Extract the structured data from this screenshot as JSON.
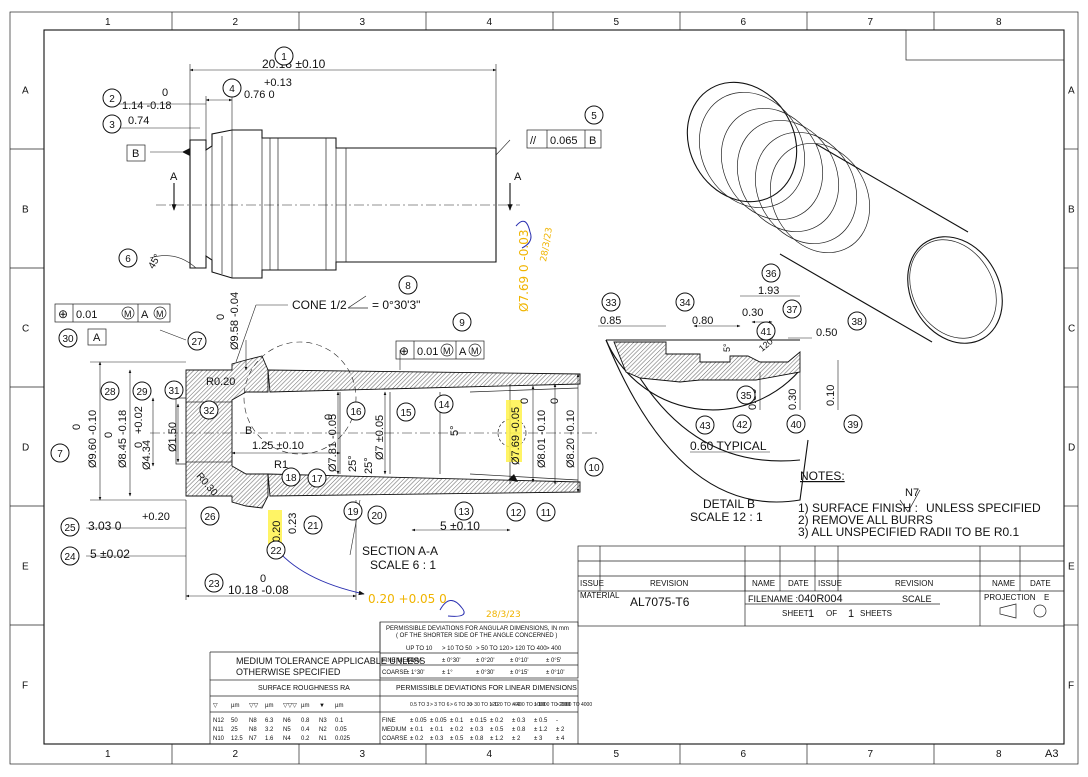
{
  "border": {
    "columns": [
      "1",
      "2",
      "3",
      "4",
      "5",
      "6",
      "7",
      "8"
    ],
    "rows": [
      "A",
      "B",
      "C",
      "D",
      "E",
      "F"
    ],
    "sheet_size": "A3"
  },
  "balloons": [
    "1",
    "2",
    "3",
    "4",
    "5",
    "6",
    "7",
    "8",
    "9",
    "10",
    "11",
    "12",
    "13",
    "14",
    "15",
    "16",
    "17",
    "18",
    "19",
    "20",
    "21",
    "22",
    "23",
    "24",
    "25",
    "26",
    "27",
    "28",
    "29",
    "30",
    "31",
    "32",
    "33",
    "34",
    "35",
    "36",
    "37",
    "38",
    "39",
    "40",
    "41",
    "42",
    "43"
  ],
  "top_view": {
    "dim1": "20.18 ±0.10",
    "dim2_upper": "0",
    "dim2_lower": "1.14 -0.18",
    "dim3": "0.74",
    "dim4_upper": "+0.13",
    "dim4_lower": "0.76  0",
    "datum_b": "B",
    "parallel_symbol": "//",
    "parallel_value": "0.065",
    "parallel_datum": "B",
    "section_a": "A",
    "chamfer": "45°"
  },
  "section_view": {
    "fcf_left": {
      "symbol": "⊕",
      "value": "0.01",
      "mod": "M",
      "datum": "A",
      "datum_mod": "M"
    },
    "fcf_right": {
      "symbol": "⊕",
      "value": "0.01",
      "mod": "M",
      "datum": "A",
      "datum_mod": "M"
    },
    "datum_a": "A",
    "cone_note": "CONE 1/2",
    "cone_value": "= 0°30'3\"",
    "d27_upper": "0",
    "d27_lower": "Ø9.58 -0.04",
    "r020": "R0.20",
    "r030": "R0.30",
    "r1": "R1",
    "b_label": "B",
    "d7_upper": "0",
    "d7_lower": "Ø9.60 -0.10",
    "d28_upper": "0",
    "d28_lower": "Ø8.45 -0.18",
    "d29_upper": "+0.02",
    "d29_mid": "0",
    "d29_lower": "Ø4.34",
    "d150": "Ø1.50",
    "d125": "1.25 ±0.10",
    "d16_upper": "0",
    "d16_lower": "Ø7.81 -0.05",
    "d15": "Ø7 ±0.05",
    "angle25a": "25°",
    "angle25b": "25°",
    "angle5": "5°",
    "d13_hl": "Ø7.69 -0.05",
    "d11_upper": "0",
    "d11_lower": "Ø8.01 -0.10",
    "d10_upper": "0",
    "d10_lower": "Ø8.20 -0.10",
    "d5": "5 ±0.10",
    "d023": "0.23",
    "d020": "0.20",
    "d25_upper": "+0.20",
    "d25_lower": "3.03  0",
    "d24": "5 ±0.02",
    "d23_upper": "0",
    "d23_lower": "10.18 -0.08",
    "section_title": "SECTION A-A",
    "section_scale": "SCALE 6 : 1"
  },
  "detail_b": {
    "d085": "0.85",
    "d080": "0.80",
    "d193": "1.93",
    "d030_top": "0.30",
    "d050": "0.50",
    "angle5": "5°",
    "angle120": "120°",
    "d030_v1": "0.30",
    "d030_v2": "0.30",
    "d010": "0.10",
    "d060": "0.60 TYPICAL",
    "title": "DETAIL B",
    "scale": "SCALE 12 : 1"
  },
  "notes": {
    "heading": "NOTES:",
    "finish_symbol": "N7",
    "line1a": "1) SURFACE FINISH :",
    "line1b": "UNLESS SPECIFIED",
    "line2": "2) REMOVE ALL BURRS",
    "line3": "3) ALL UNSPECIFIED RADII TO BE R0.1"
  },
  "handwritten": {
    "top_value": "Ø7.69 0 -0.03",
    "top_sign": "28/3/23",
    "bottom_value": "0.20 +0.05 0",
    "bottom_sign": "28/3/23"
  },
  "title_block": {
    "headers": [
      "ISSUE",
      "REVISION",
      "NAME",
      "DATE",
      "ISSUE",
      "REVISION",
      "NAME",
      "DATE"
    ],
    "material_label": "MATERIAL",
    "material": "AL7075-T6",
    "filename_label": "FILENAME :",
    "filename": "040R004",
    "scale_label": "SCALE",
    "projection_label": "PROJECTION",
    "projection_value": "E",
    "sheet_label": "SHEET",
    "sheet_no": "1",
    "of_label": "OF",
    "sheet_total": "1",
    "sheets_label": "SHEETS"
  },
  "tolerance": {
    "note_line1": "MEDIUM TOLERANCE APPLICABLE UNLESS",
    "note_line2": "OTHERWISE SPECIFIED",
    "angular_title1": "PERMISSIBLE DEVIATIONS FOR ANGULAR DIMENSIONS, IN mm",
    "angular_title2": "( OF THE SHORTER SIDE OF THE ANGLE CONCERNED )",
    "angular_cols": [
      "UP TO 10",
      "> 10 TO 50",
      "> 50 TO 120",
      "> 120 TO 400",
      "> 400"
    ],
    "angular_rows": [
      {
        "label": "FINE MEDIUM",
        "values": [
          "± 1°",
          "± 0°30'",
          "± 0°20'",
          "± 0°10'",
          "± 0°5'"
        ]
      },
      {
        "label": "COARSE",
        "values": [
          "± 1°30'",
          "± 1°",
          "± 0°30'",
          "± 0°15'",
          "± 0°10'"
        ]
      }
    ],
    "roughness_title": "SURFACE ROUGHNESS RA",
    "roughness_header": [
      "▽",
      "µm",
      "▽▽",
      "µm",
      "▽▽▽",
      "µm",
      "▼",
      "µm"
    ],
    "roughness_rows": [
      [
        "N12",
        "50",
        "N8",
        "6.3",
        "N6",
        "0.8",
        "N3",
        "0.1"
      ],
      [
        "N11",
        "25",
        "N8",
        "3.2",
        "N5",
        "0.4",
        "N2",
        "0.05"
      ],
      [
        "N10",
        "12.5",
        "N7",
        "1.6",
        "N4",
        "0.2",
        "N1",
        "0.025"
      ]
    ],
    "linear_title": "PERMISSIBLE DEVIATIONS FOR LINEAR DIMENSIONS",
    "linear_cols": [
      "0.5 TO 3",
      "> 3 TO 6",
      "> 6 TO 30",
      "> 30 TO 120",
      "> 120 TO 400",
      "> 400 TO 1000",
      "> 1000 TO 2000",
      "> 2000 TO 4000"
    ],
    "linear_rows": [
      {
        "label": "FINE",
        "values": [
          "± 0.05",
          "± 0.05",
          "± 0.1",
          "± 0.15",
          "± 0.2",
          "± 0.3",
          "± 0.5",
          "-"
        ]
      },
      {
        "label": "MEDIUM",
        "values": [
          "± 0.1",
          "± 0.1",
          "± 0.2",
          "± 0.3",
          "± 0.5",
          "± 0.8",
          "± 1.2",
          "± 2"
        ]
      },
      {
        "label": "COARSE",
        "values": [
          "± 0.2",
          "± 0.3",
          "± 0.5",
          "± 0.8",
          "± 1.2",
          "± 2",
          "± 3",
          "± 4"
        ]
      }
    ]
  }
}
